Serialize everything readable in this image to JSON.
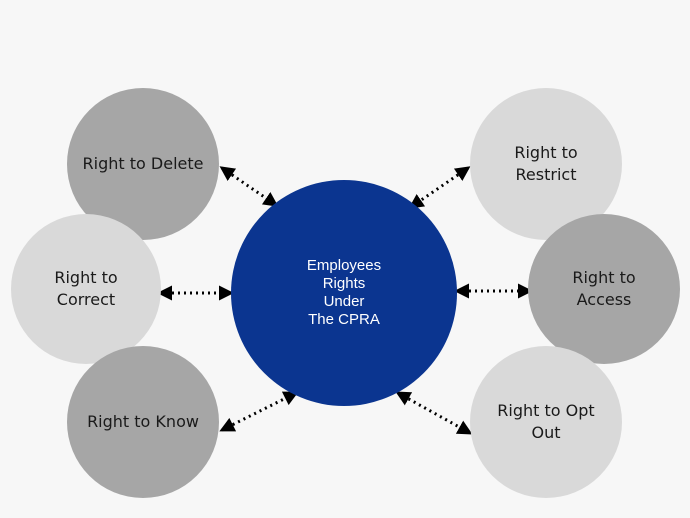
{
  "center": {
    "label": "Employees\nRights\nUnder\nThe CPRA"
  },
  "nodes": [
    {
      "id": "delete",
      "label": "Right to Delete"
    },
    {
      "id": "correct",
      "label": "Right to\nCorrect"
    },
    {
      "id": "know",
      "label": "Right to Know"
    },
    {
      "id": "restrict",
      "label": "Right to\nRestrict"
    },
    {
      "id": "access",
      "label": "Right to\nAccess"
    },
    {
      "id": "optout",
      "label": "Right to Opt\nOut"
    }
  ],
  "colors": {
    "background": "#f7f7f7",
    "center": "#0b3590",
    "node_dark": "#a6a6a6",
    "node_light": "#d9d9d9",
    "connector": "#000000"
  }
}
